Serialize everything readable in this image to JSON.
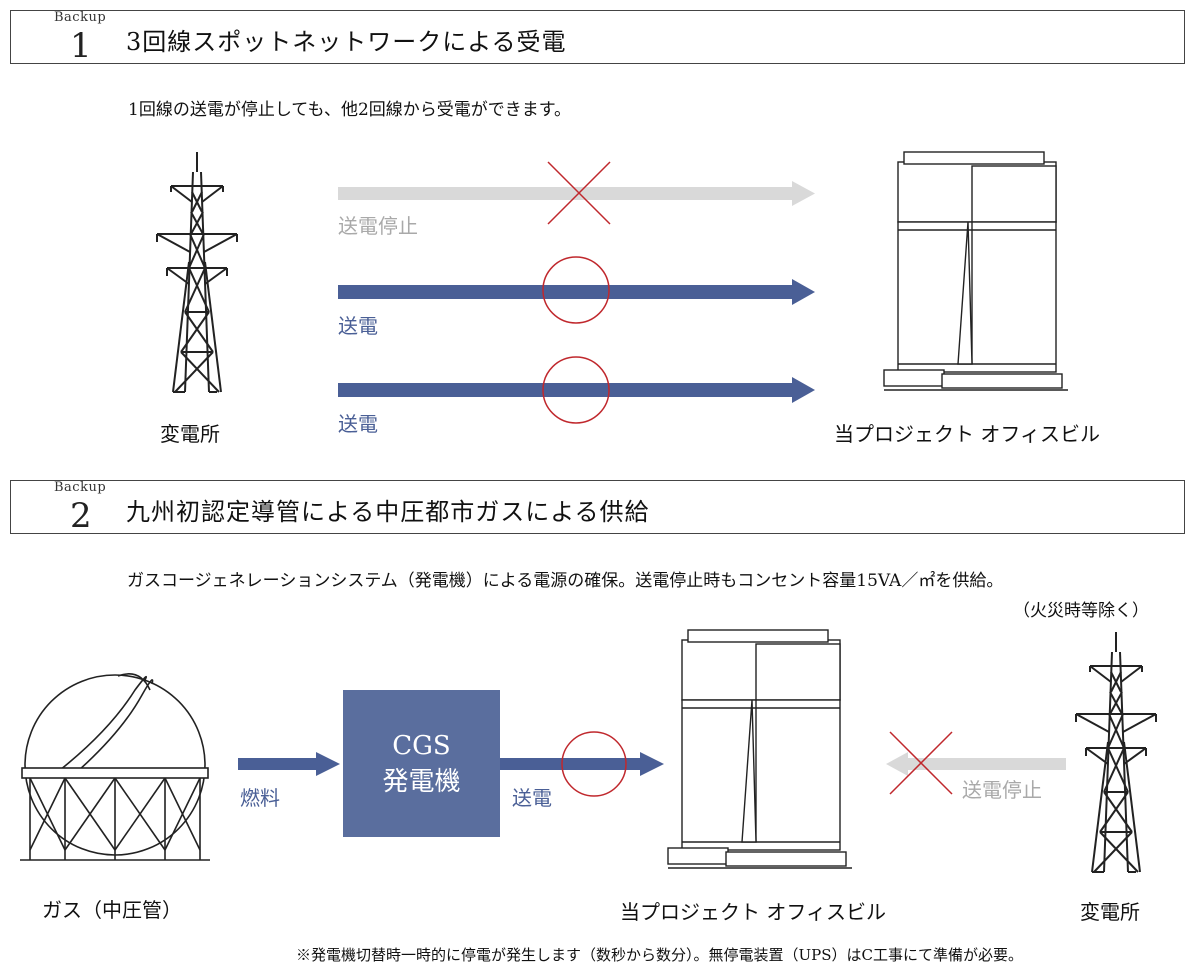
{
  "section1": {
    "backup_label": "Backup",
    "number": "1",
    "title": "3回線スポットネットワークによる受電",
    "description": "1回線の送電が停止しても、他2回線から受電ができます。",
    "line_stopped_label": "送電停止",
    "line1_label": "送電",
    "line2_label": "送電",
    "substation_label": "変電所",
    "building_label": "当プロジェクト オフィスビル"
  },
  "section2": {
    "backup_label": "Backup",
    "number": "2",
    "title": "九州初認定導管による中圧都市ガスによる供給",
    "description": "ガスコージェネレーションシステム（発電機）による電源の確保。送電停止時もコンセント容量15VA／㎡を供給。",
    "description_note": "（火災時等除く）",
    "cgs_line1": "CGS",
    "cgs_line2": "発電機",
    "fuel_label": "燃料",
    "supply_label": "送電",
    "stopped_label": "送電停止",
    "gas_label": "ガス（中圧管）",
    "building_label": "当プロジェクト オフィスビル",
    "substation_label": "変電所"
  },
  "footnote": "※発電機切替時一時的に停電が発生します（数秒から数分）。無停電装置（UPS）はC工事にて準備が必要。",
  "colors": {
    "blue": "#4a5f96",
    "gray": "#d9d9d9",
    "red": "#c0282d",
    "cgs_box": "#5a6e9e"
  }
}
